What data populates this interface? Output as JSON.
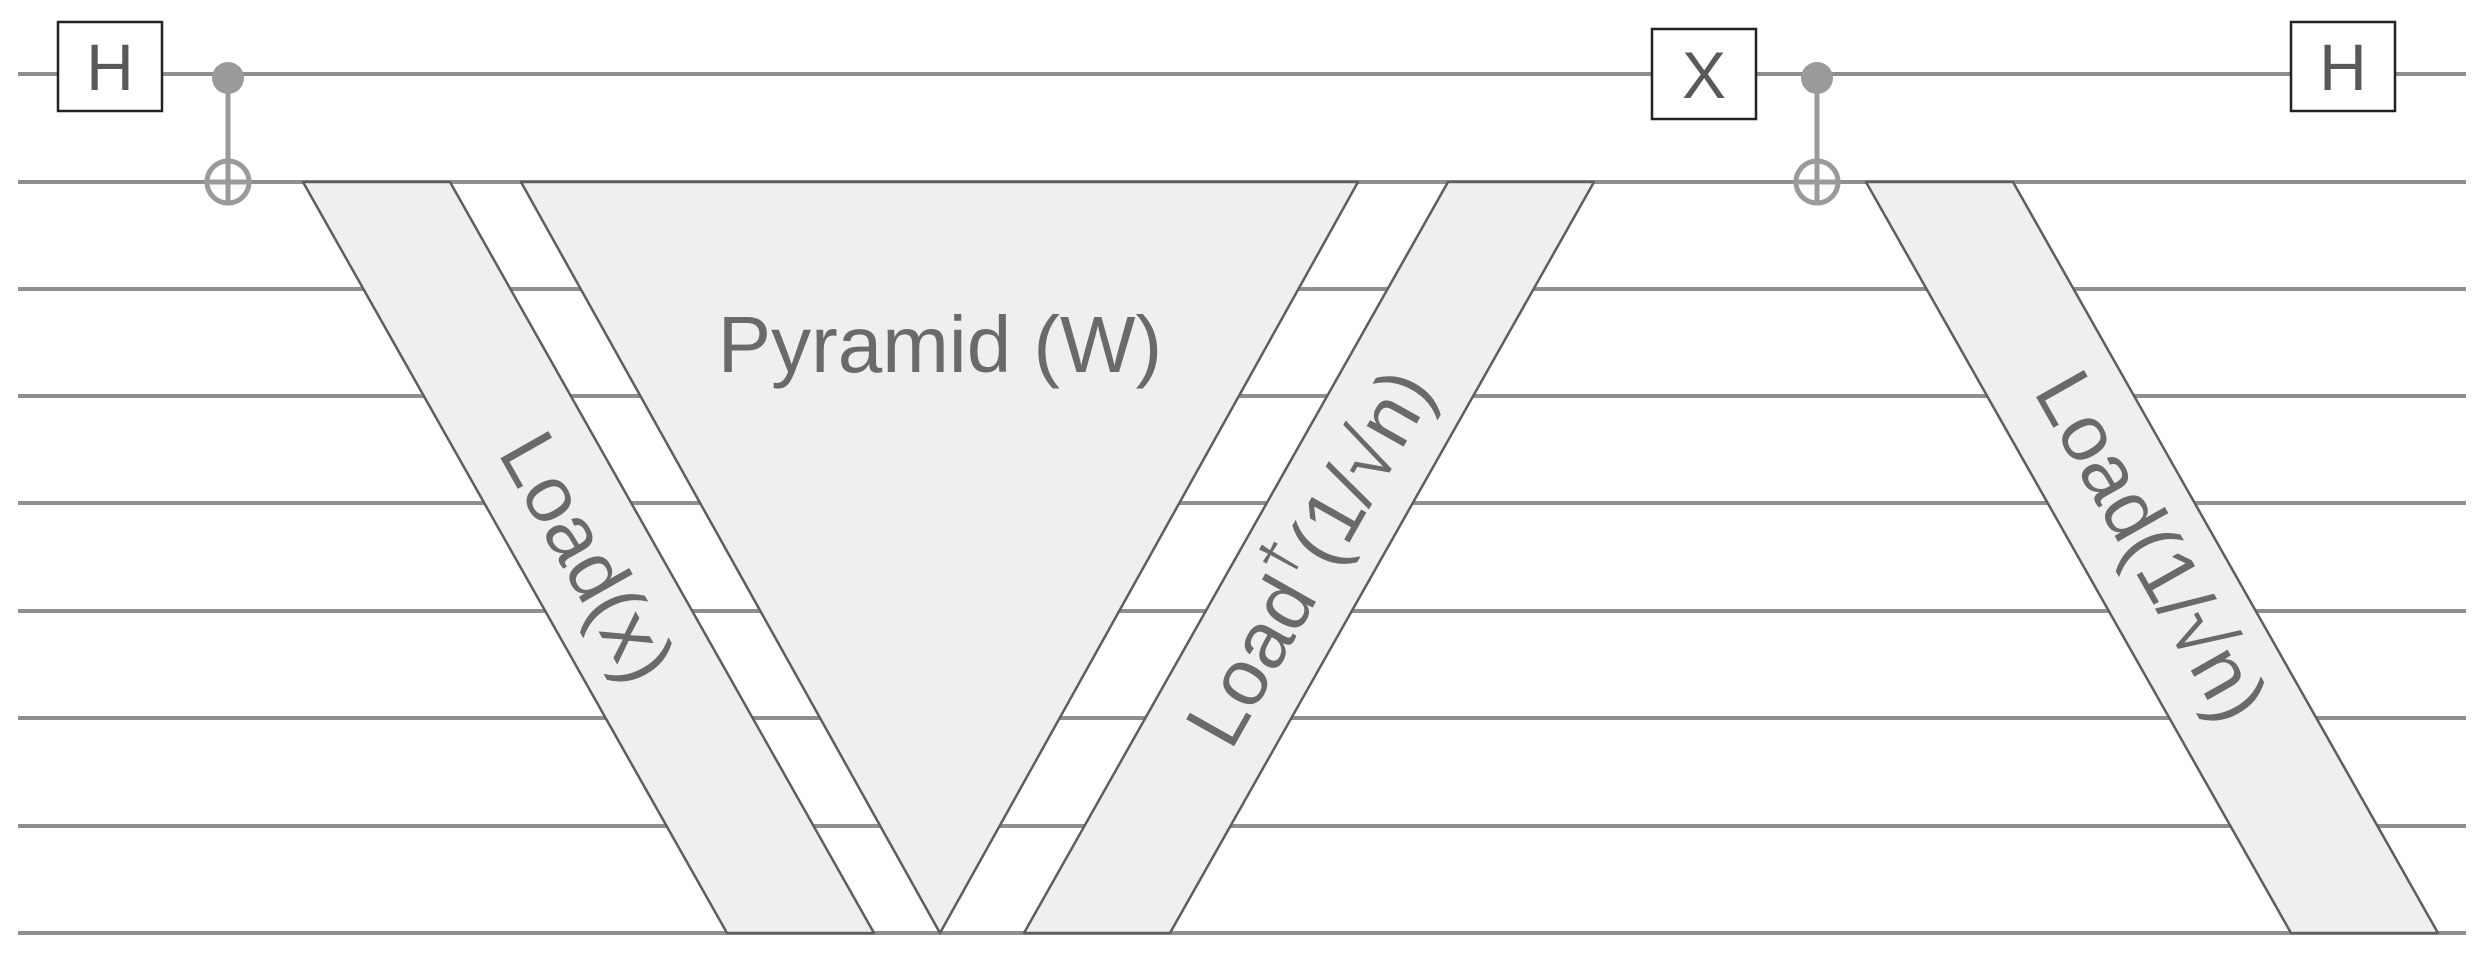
{
  "colors": {
    "wire": "#8f8f8f",
    "block_fill": "#efefef",
    "block_stroke": "#5e5e5e",
    "control": "#9a9a9a",
    "text": "#6a6a6a"
  },
  "gates": {
    "h_left": "H",
    "x_gate": "X",
    "h_right": "H"
  },
  "blocks": {
    "load_x": "Load(x)",
    "pyramid": "Pyramid (W)",
    "load_dagger": {
      "prefix": "Load",
      "dagger": "†",
      "suffix": "(1/√n)"
    },
    "load_inv_sqrt_n": "Load(1/√n)"
  }
}
